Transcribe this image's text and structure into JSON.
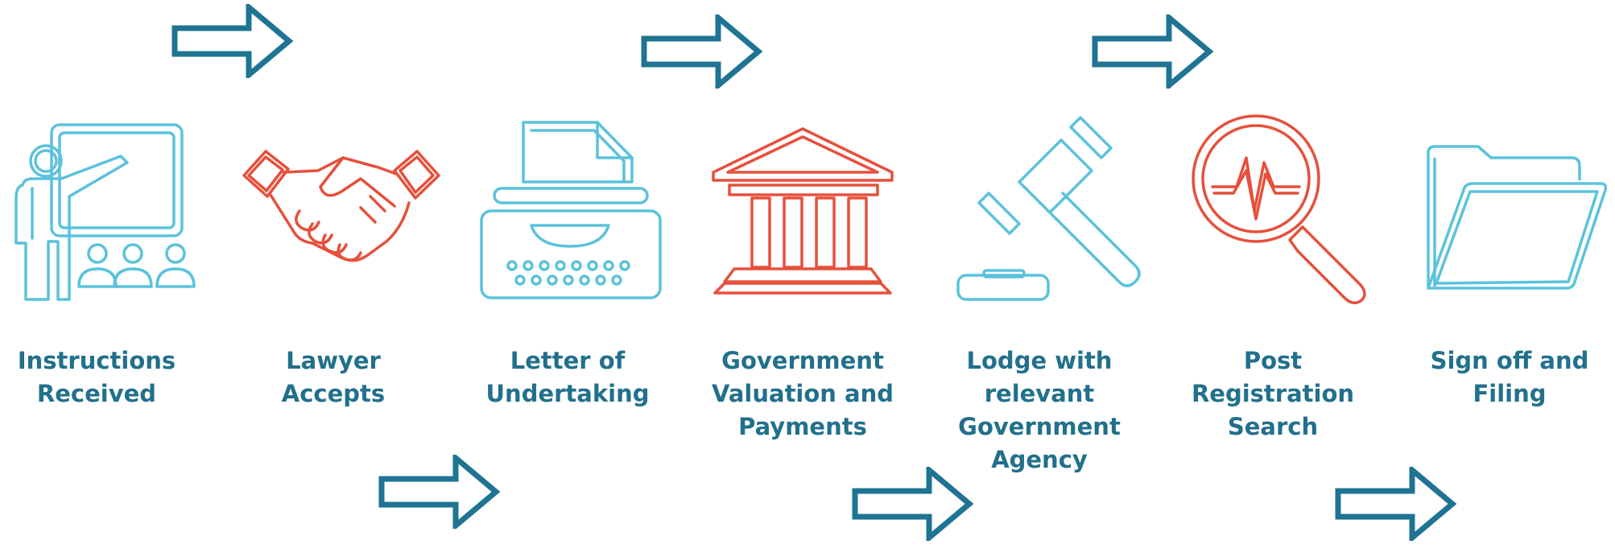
{
  "colors": {
    "blue_icon": "#5bc2dc",
    "red_icon": "#e6503c",
    "arrow": "#1e7492",
    "label_text": "#21708c",
    "background": "#ffffff"
  },
  "steps": [
    {
      "label": "Instructions\nReceived",
      "icon": "presentation-teacher-icon",
      "icon_color": "blue"
    },
    {
      "label": "Lawyer Accepts",
      "icon": "handshake-icon",
      "icon_color": "red"
    },
    {
      "label": "Letter of\nUndertaking",
      "icon": "typewriter-icon",
      "icon_color": "blue"
    },
    {
      "label": "Government\nValuation and\nPayments",
      "icon": "government-building-icon",
      "icon_color": "red"
    },
    {
      "label": "Lodge with\nrelevant\nGovernment\nAgency",
      "icon": "gavel-icon",
      "icon_color": "blue"
    },
    {
      "label": "Post Registration\nSearch",
      "icon": "magnifier-pulse-icon",
      "icon_color": "red"
    },
    {
      "label": "Sign off and\nFiling",
      "icon": "folder-icon",
      "icon_color": "blue"
    }
  ],
  "connectors": [
    {
      "icon": "right-arrow-icon",
      "row": "top"
    },
    {
      "icon": "right-arrow-icon",
      "row": "bottom"
    },
    {
      "icon": "right-arrow-icon",
      "row": "top"
    },
    {
      "icon": "right-arrow-icon",
      "row": "bottom"
    },
    {
      "icon": "right-arrow-icon",
      "row": "top"
    },
    {
      "icon": "right-arrow-icon",
      "row": "bottom"
    }
  ]
}
